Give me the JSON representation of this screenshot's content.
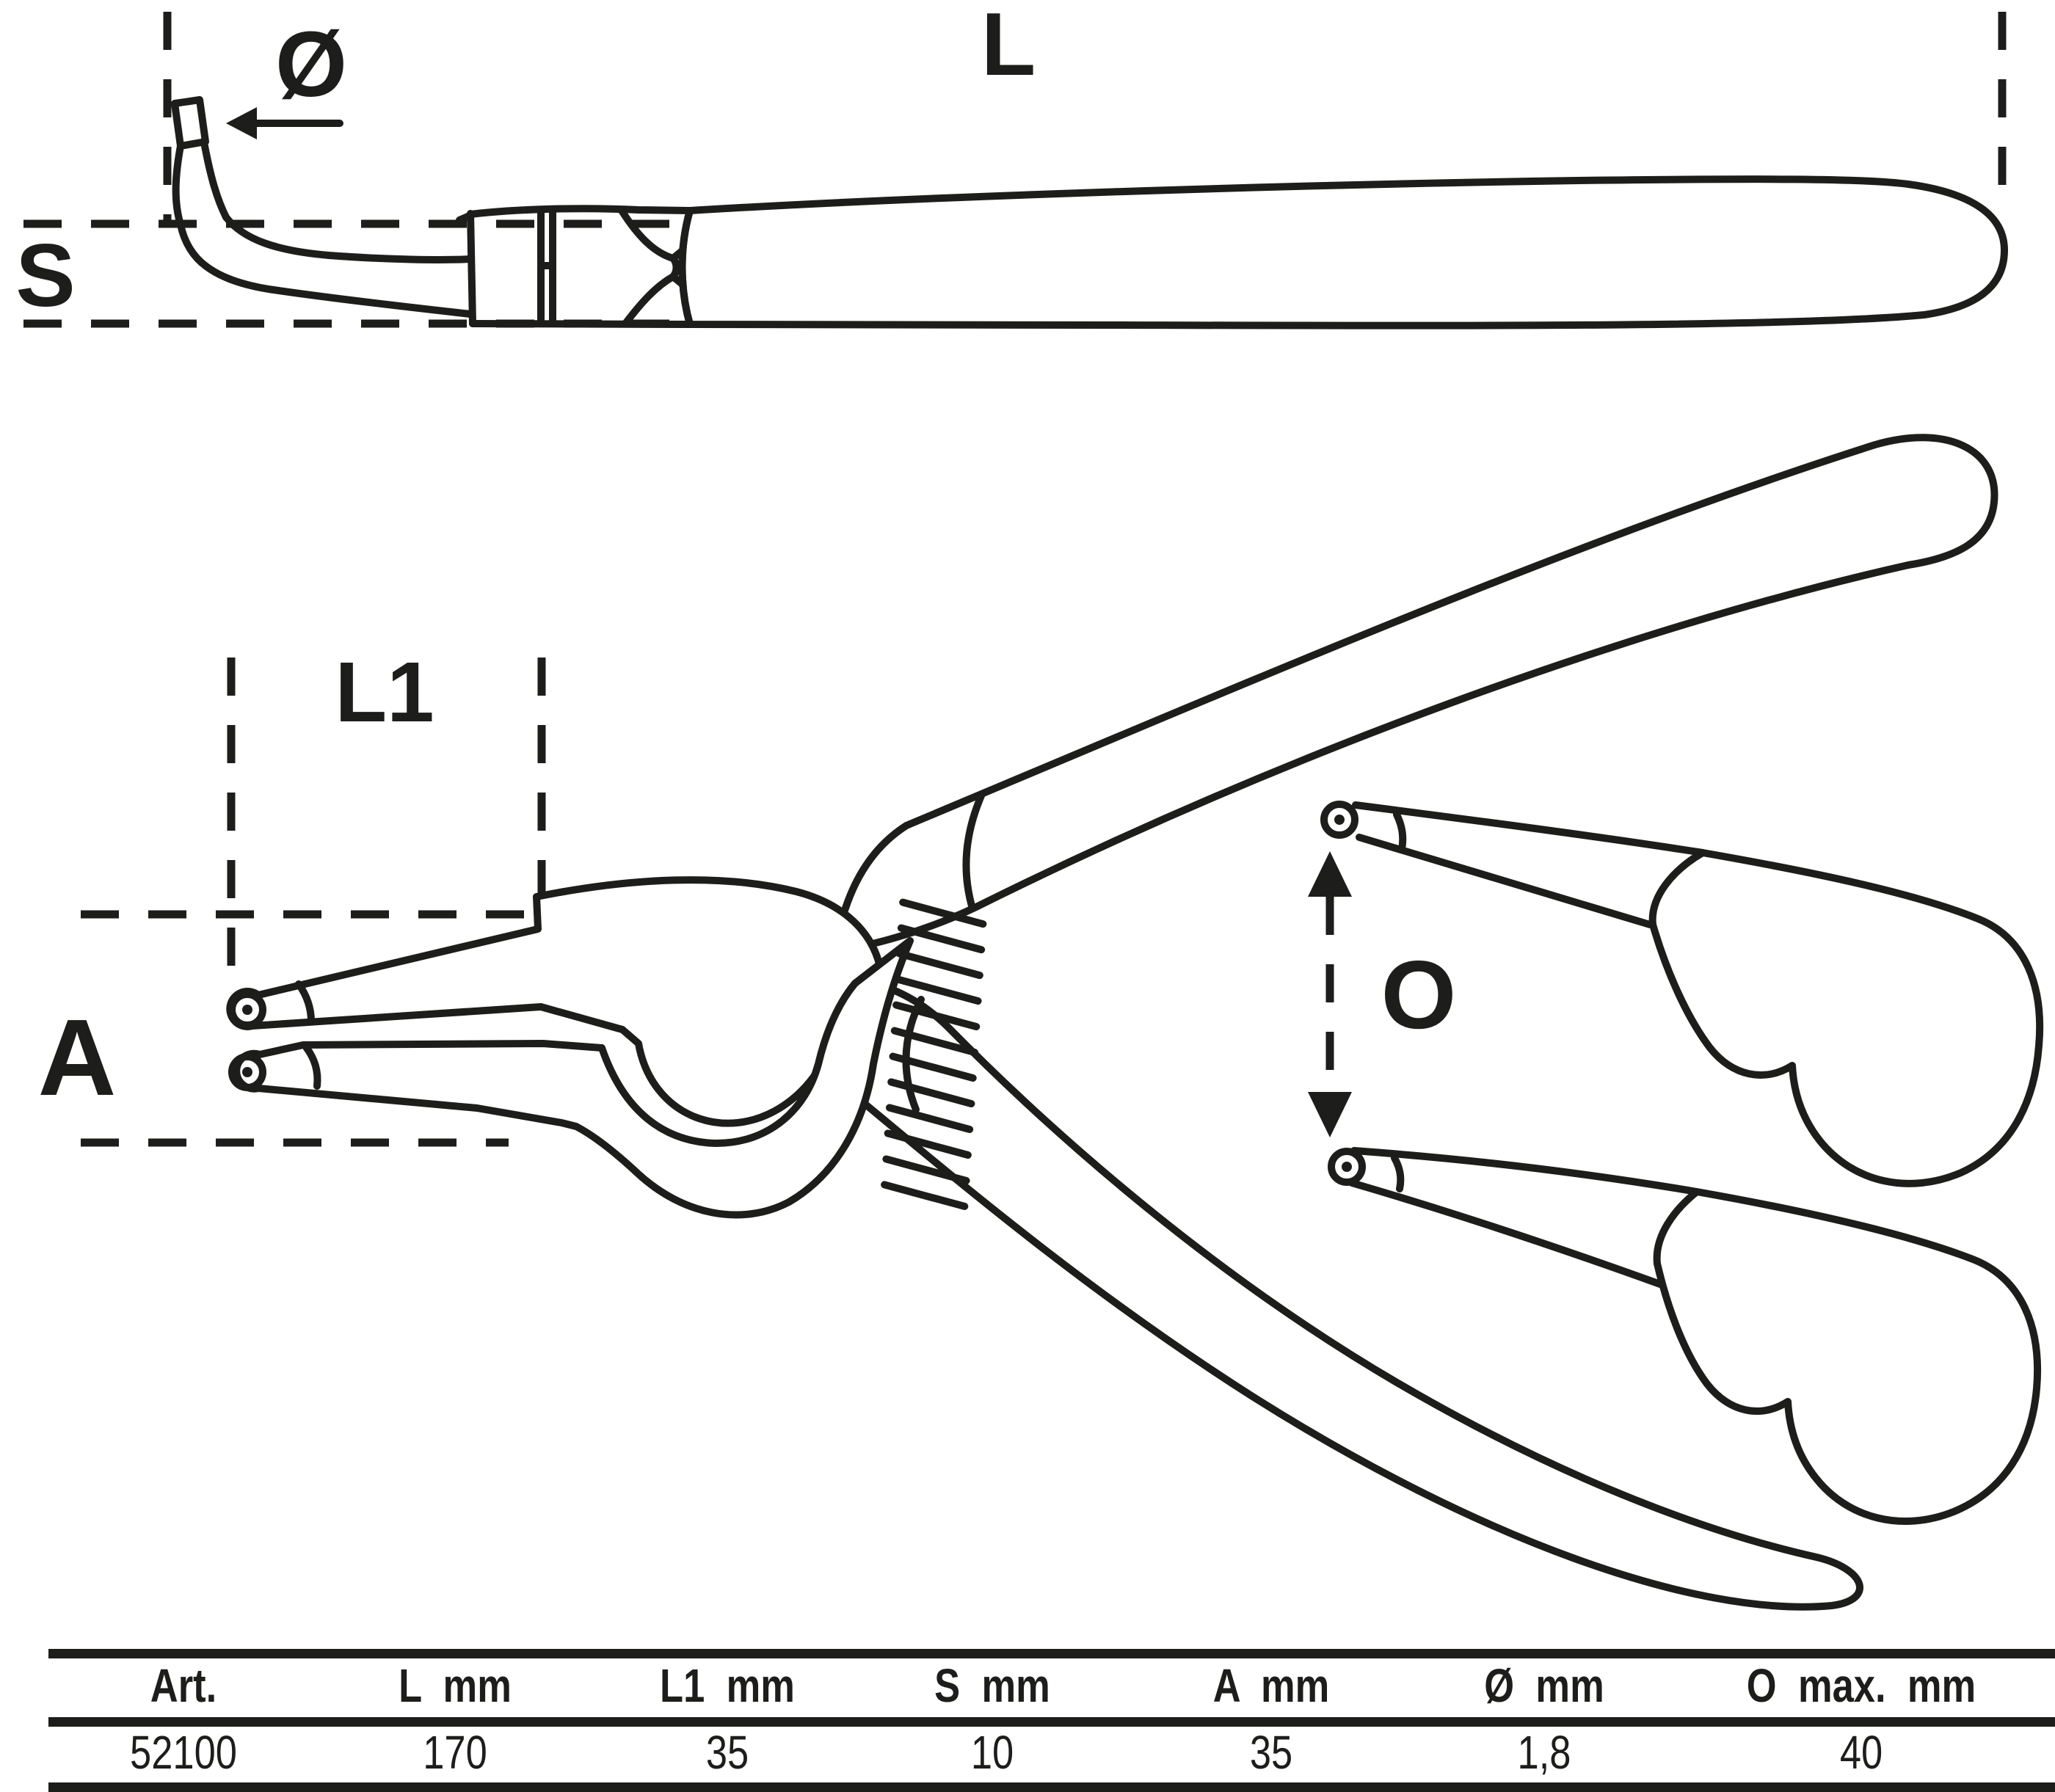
{
  "page": {
    "background_color": "#ffffff",
    "line_color": "#1d1d1b"
  },
  "top_view": {
    "description": "side profile of closed circlip pliers",
    "labels": {
      "tip_diameter": "Ø",
      "total_length": "L",
      "tip_thickness": "S"
    }
  },
  "main_view": {
    "description": "front view of open bent-tip circlip pliers",
    "labels": {
      "jaw_length": "L1",
      "tip_offset": "A"
    }
  },
  "o_view": {
    "description": "jaw opening detail view",
    "labels": {
      "max_opening": "O"
    }
  },
  "spec_table": {
    "headers": [
      "Art.",
      "L mm",
      "L1 mm",
      "S mm",
      "A mm",
      "Ø mm",
      "O max. mm"
    ],
    "rows": [
      [
        "52100",
        "170",
        "35",
        "10",
        "35",
        "1,8",
        "40"
      ]
    ]
  }
}
